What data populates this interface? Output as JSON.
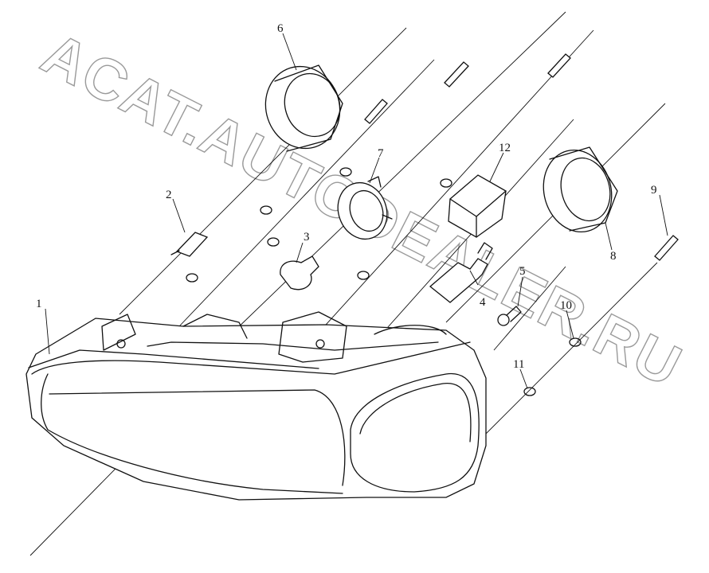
{
  "watermark": {
    "text": "ACAT.AUTODEALER.RU"
  },
  "callouts": {
    "c1": "1",
    "c2": "2",
    "c3": "3",
    "c4": "4",
    "c5": "5",
    "c6": "6",
    "c7": "7",
    "c8": "8",
    "c9": "9",
    "c10": "10",
    "c11": "11",
    "c12": "12"
  }
}
